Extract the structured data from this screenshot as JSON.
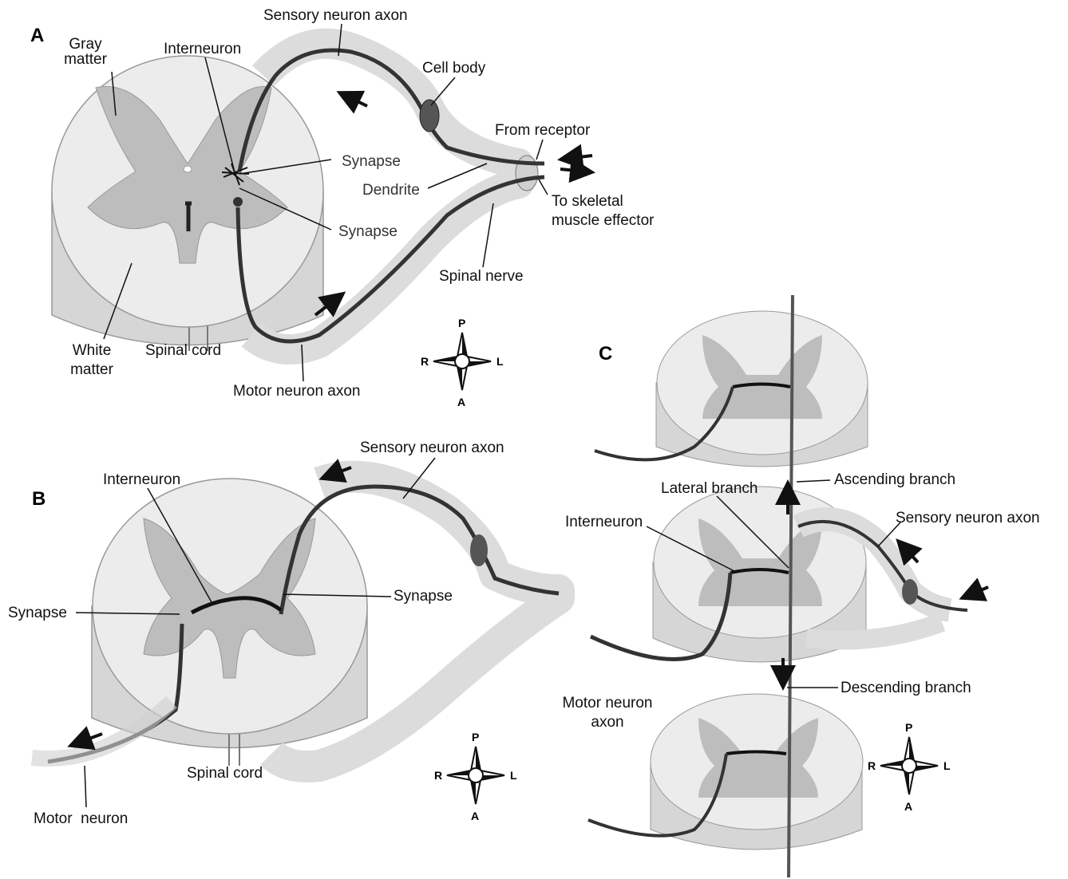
{
  "panels": {
    "a": {
      "letter": "A",
      "gray_matter": "Gray matter",
      "interneuron": "Interneuron",
      "sensory_neuron_axon": "Sensory neuron axon",
      "cell_body": "Cell body",
      "from_receptor": "From receptor",
      "synapse_upper": "Synapse",
      "dendrite": "Dendrite",
      "synapse_lower": "Synapse",
      "to_skeletal_muscle_effector": "To skeletal muscle effector",
      "spinal_nerve": "Spinal nerve",
      "white_matter": "White matter",
      "spinal_cord": "Spinal cord",
      "motor_neuron_axon": "Motor neuron axon"
    },
    "b": {
      "letter": "B",
      "sensory_neuron_axon": "Sensory neuron axon",
      "interneuron": "Interneuron",
      "synapse_right": "Synapse",
      "synapse_left": "Synapse",
      "spinal_cord": "Spinal cord",
      "motor_neuron": "Motor  neuron"
    },
    "c": {
      "letter": "C",
      "ascending_branch": "Ascending branch",
      "lateral_branch": "Lateral branch",
      "interneuron": "Interneuron",
      "sensory_neuron_axon": "Sensory neuron axon",
      "descending_branch": "Descending branch",
      "motor_neuron_axon": "Motor neuron axon"
    }
  },
  "compass": {
    "posterior": "P",
    "anterior": "A",
    "right": "R",
    "left": "L"
  }
}
